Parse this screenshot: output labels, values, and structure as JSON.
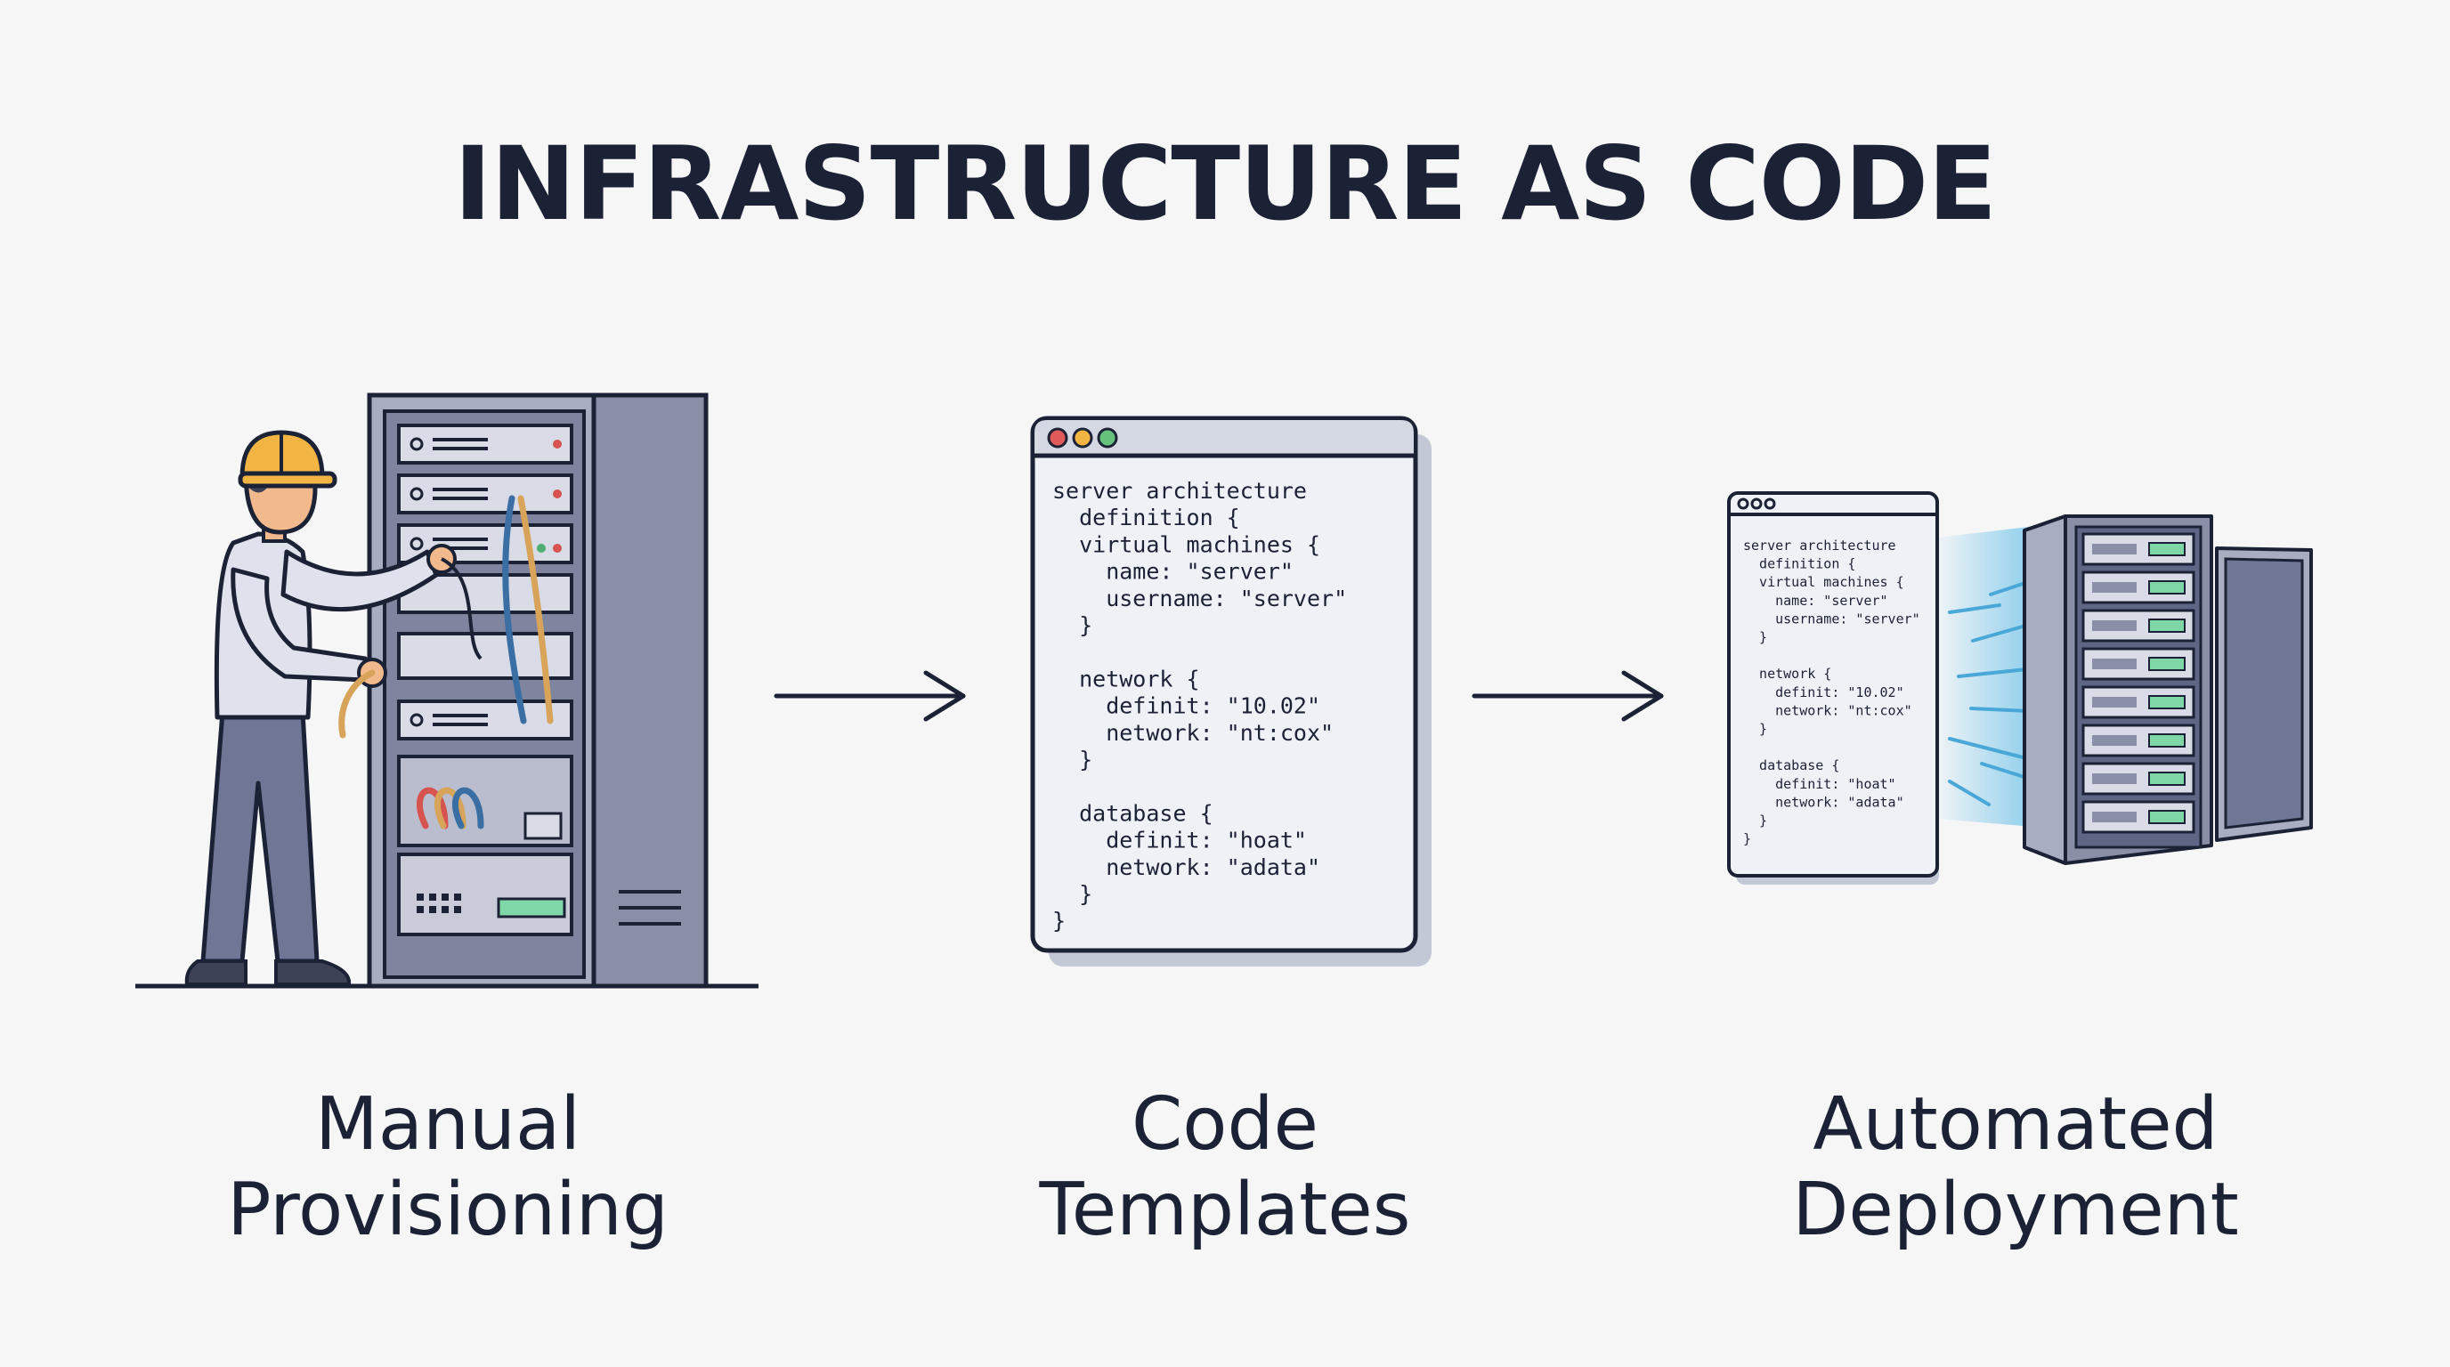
{
  "title": "INFRASTRUCTURE AS CODE",
  "stages": [
    {
      "line1": "Manual",
      "line2": "Provisioning"
    },
    {
      "line1": "Code",
      "line2": "Templates"
    },
    {
      "line1": "Automated",
      "line2": "Deployment"
    }
  ],
  "code_template": {
    "lines": [
      "server architecture",
      "  definition {",
      "  virtual machines {",
      "    name: \"server\"",
      "    username: \"server\"",
      "  }",
      "",
      "  network {",
      "    definit: \"10.02\"",
      "    network: \"nt:cox\"",
      "  }",
      "",
      "  database {",
      "    definit: \"hoat\"",
      "    network: \"adata\"",
      "  }",
      "}"
    ]
  },
  "icons": {
    "worker": "technician-icon",
    "rack": "server-rack-icon",
    "editor": "code-editor-window-icon",
    "deploy": "server-stack-icon",
    "arrow": "arrow-right-icon"
  },
  "colors": {
    "ink": "#1c2236",
    "rack": "#8a8fa8",
    "window_bg": "#eef1f5",
    "helmet": "#f2b544",
    "beam": "#6fc3ea",
    "led_green": "#7fd6a6"
  }
}
